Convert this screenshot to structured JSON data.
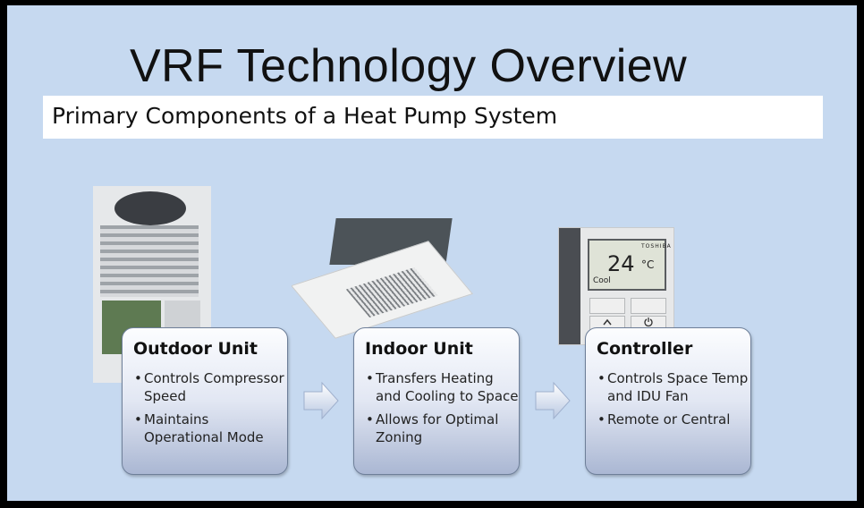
{
  "title": "VRF Technology Overview",
  "subtitle": "Primary Components of a Heat Pump System",
  "components": [
    {
      "name": "Outdoor Unit",
      "bullets": [
        "Controls Compressor Speed",
        "Maintains Operational Mode"
      ]
    },
    {
      "name": "Indoor Unit",
      "bullets": [
        "Transfers Heating and Cooling to Space",
        "Allows for Optimal Zoning"
      ]
    },
    {
      "name": "Controller",
      "bullets": [
        "Controls Space Temp and IDU Fan",
        "Remote or Central"
      ]
    }
  ],
  "controller_display": {
    "brand": "TOSHIBA",
    "temperature": "24",
    "unit": "°C",
    "mode": "Cool"
  },
  "colors": {
    "slide_background": "#c6d9f0",
    "frame": "#000000",
    "card_gradient_bottom": "#aab7d3"
  }
}
